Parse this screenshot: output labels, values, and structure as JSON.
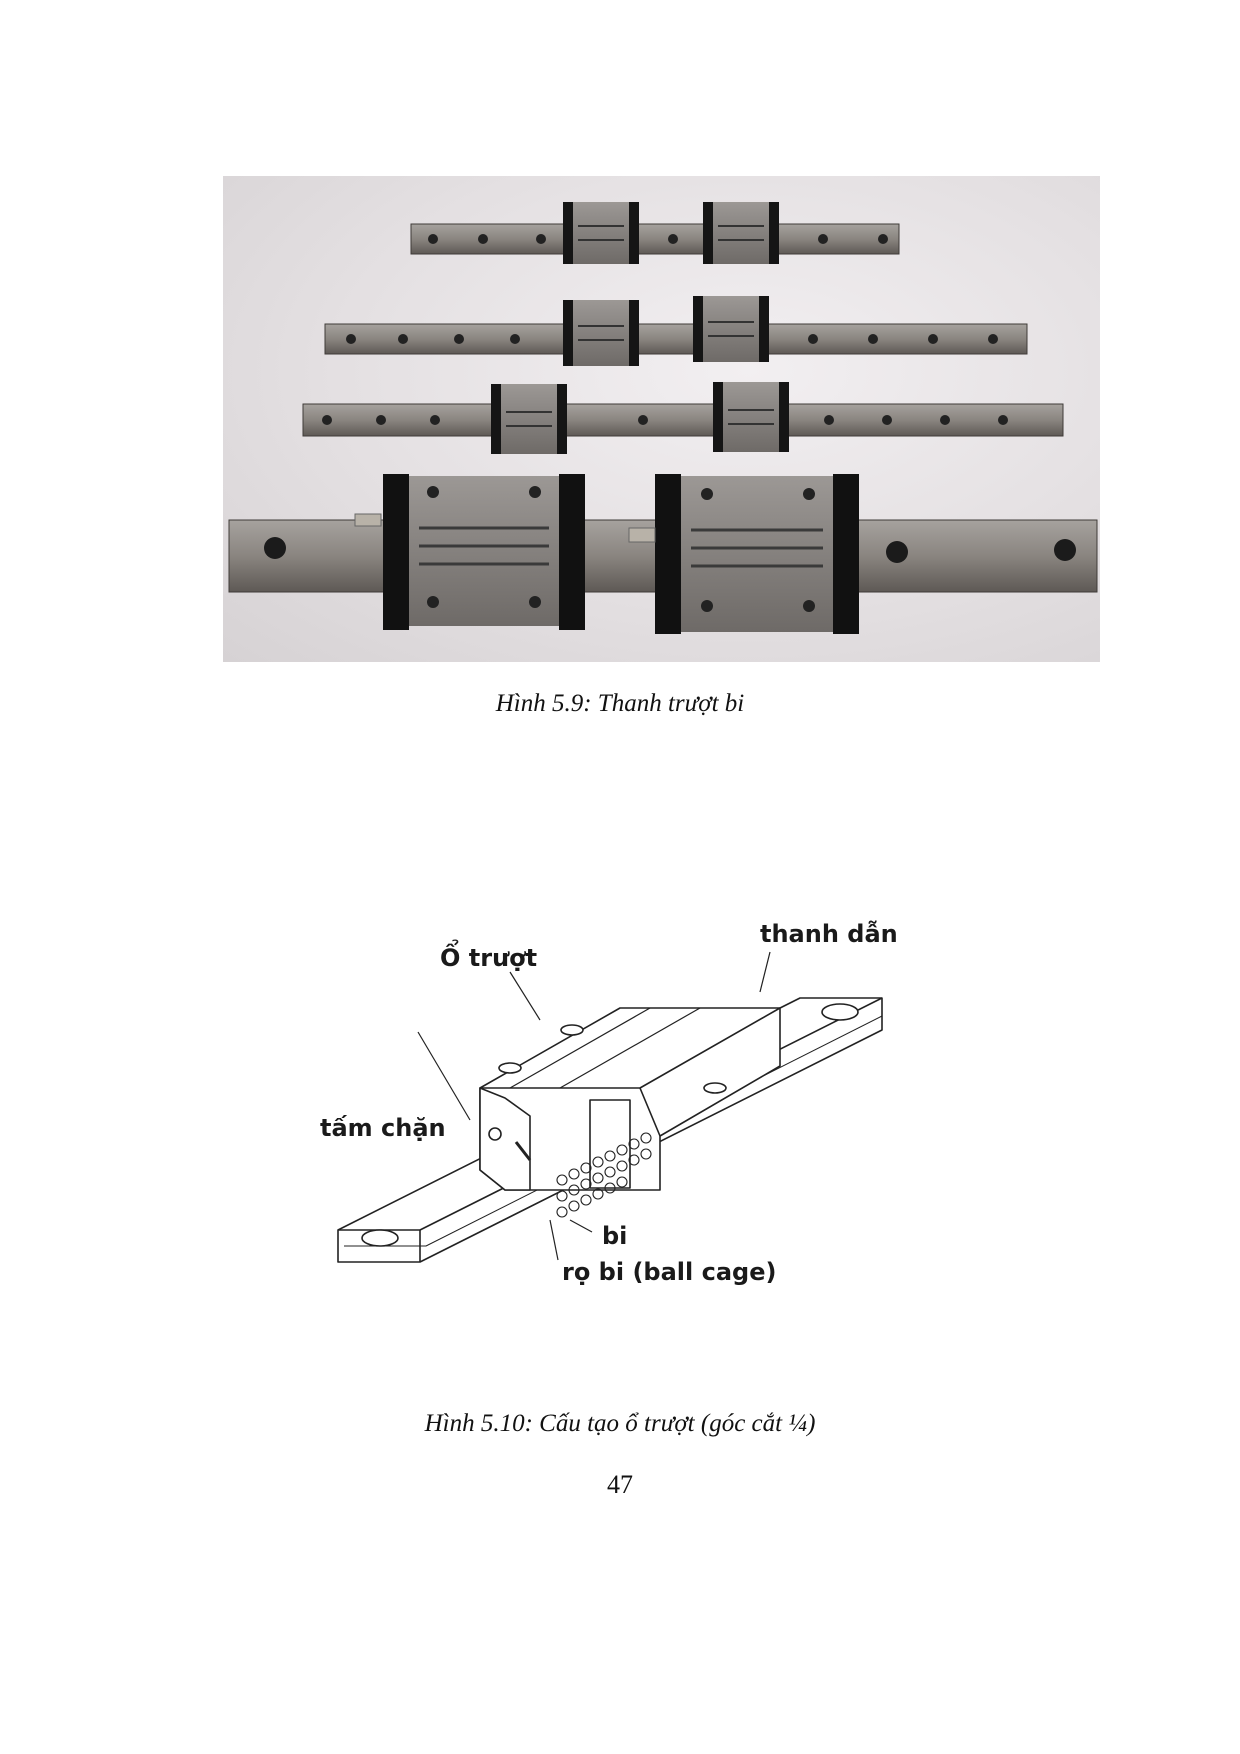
{
  "figures": [
    {
      "caption": "Hình 5.9: Thanh trượt bi",
      "image": "photo of four linear ball rail guides with carriages"
    },
    {
      "caption": "Hình 5.10: Cấu tạo ổ trượt (góc cắt ¼)",
      "labels": {
        "carriage": "Ổ trượt",
        "rail": "thanh dẫn",
        "end_plate": "tấm chặn",
        "ball": "bi",
        "cage": "rọ bi (ball cage)"
      }
    }
  ],
  "page_number": "47"
}
